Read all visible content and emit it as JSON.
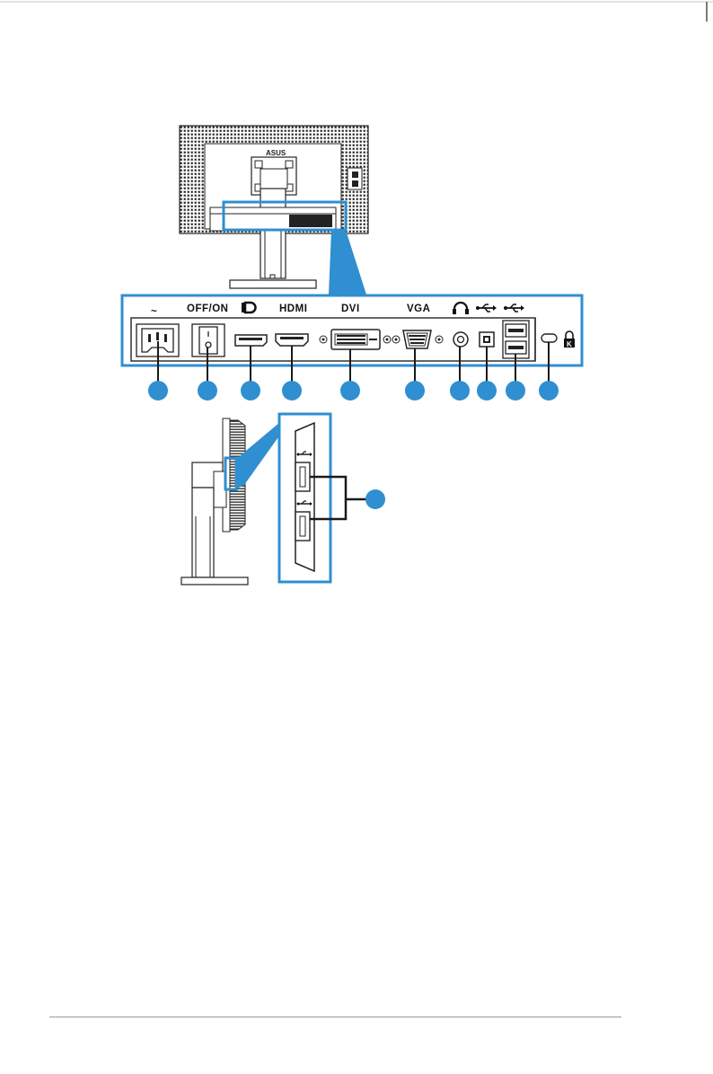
{
  "colors": {
    "accent": "#2f8fd0",
    "line": "#1a1a1a"
  },
  "port_labels": {
    "ac": "~",
    "switch": "OFF/ON",
    "displayport_icon": "displayport-icon",
    "hdmi": "HDMI",
    "dvi": "DVI",
    "vga": "VGA",
    "headphone_icon": "headphone-icon",
    "usb_icon": "usb-icon"
  },
  "callouts": {
    "count_row": 10,
    "count_side": 1
  }
}
